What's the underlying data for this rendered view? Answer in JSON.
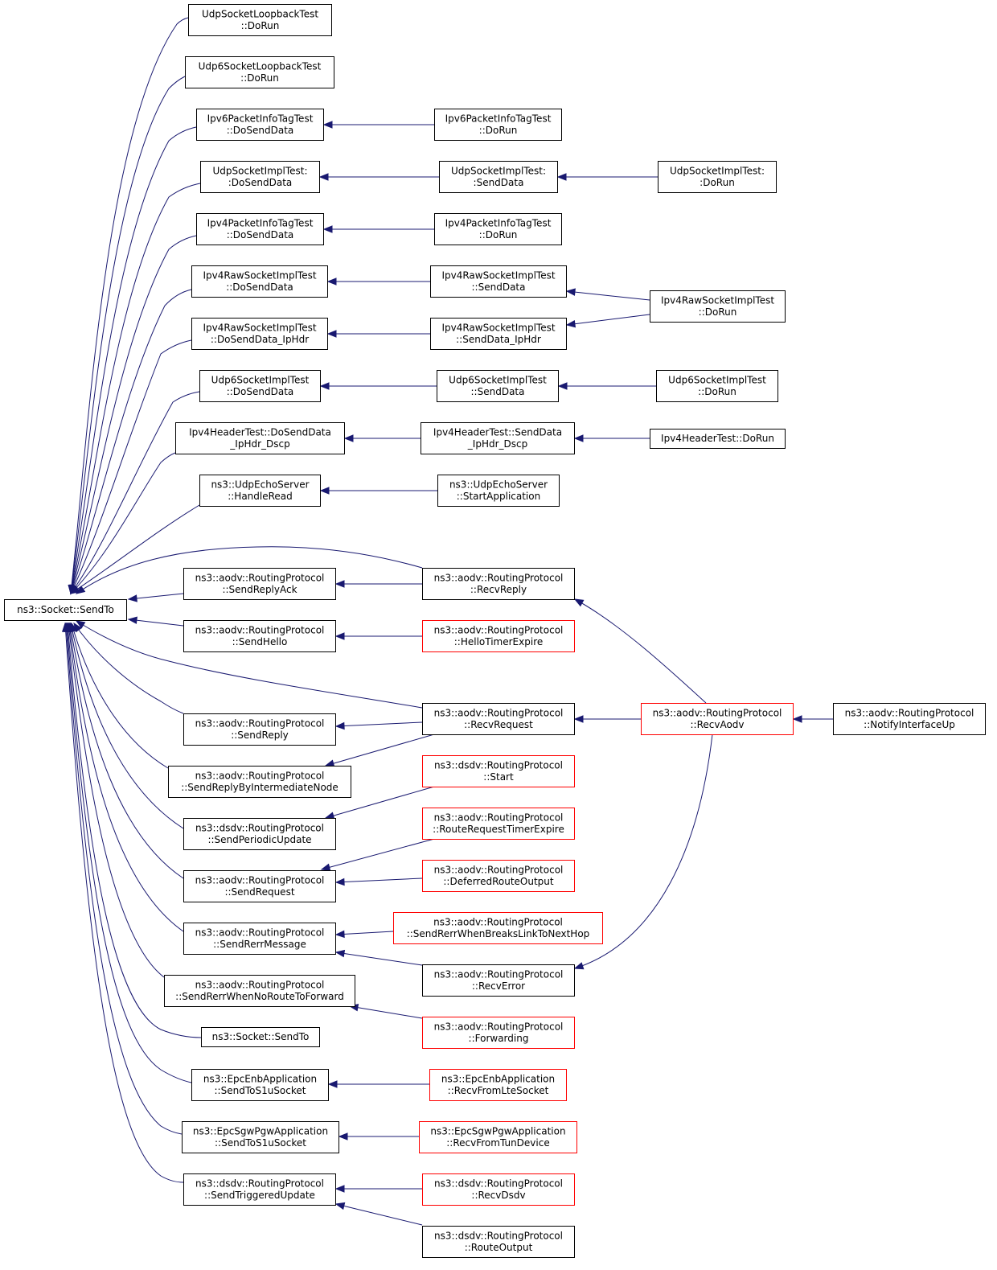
{
  "graph": {
    "type": "call-graph",
    "colors": {
      "edge": "#191970",
      "node_border": "#000000",
      "node_border_truncated": "#ff0000",
      "focus_fill": "#bfbfbf",
      "node_fill": "#ffffff"
    },
    "nodes": [
      {
        "id": "focus",
        "lines": [
          "ns3::Socket::SendTo"
        ],
        "style": "focus"
      },
      {
        "id": "udpLoopTest",
        "lines": [
          "UdpSocketLoopbackTest",
          "::DoRun"
        ],
        "style": "normal"
      },
      {
        "id": "udp6LoopTest",
        "lines": [
          "Udp6SocketLoopbackTest",
          "::DoRun"
        ],
        "style": "normal"
      },
      {
        "id": "ipv6PitSend",
        "lines": [
          "Ipv6PacketInfoTagTest",
          "::DoSendData"
        ],
        "style": "normal"
      },
      {
        "id": "ipv6PitRun",
        "lines": [
          "Ipv6PacketInfoTagTest",
          "::DoRun"
        ],
        "style": "normal"
      },
      {
        "id": "udpImplDoSend",
        "lines": [
          "UdpSocketImplTest:",
          ":DoSendData"
        ],
        "style": "normal"
      },
      {
        "id": "udpImplSend",
        "lines": [
          "UdpSocketImplTest:",
          ":SendData"
        ],
        "style": "normal"
      },
      {
        "id": "udpImplRun",
        "lines": [
          "UdpSocketImplTest:",
          ":DoRun"
        ],
        "style": "normal"
      },
      {
        "id": "ipv4PitSend",
        "lines": [
          "Ipv4PacketInfoTagTest",
          "::DoSendData"
        ],
        "style": "normal"
      },
      {
        "id": "ipv4PitRun",
        "lines": [
          "Ipv4PacketInfoTagTest",
          "::DoRun"
        ],
        "style": "normal"
      },
      {
        "id": "rawDoSend",
        "lines": [
          "Ipv4RawSocketImplTest",
          "::DoSendData"
        ],
        "style": "normal"
      },
      {
        "id": "rawSend",
        "lines": [
          "Ipv4RawSocketImplTest",
          "::SendData"
        ],
        "style": "normal"
      },
      {
        "id": "rawRun",
        "lines": [
          "Ipv4RawSocketImplTest",
          "::DoRun"
        ],
        "style": "normal"
      },
      {
        "id": "rawDoSendIp",
        "lines": [
          "Ipv4RawSocketImplTest",
          "::DoSendData_IpHdr"
        ],
        "style": "normal"
      },
      {
        "id": "rawSendIp",
        "lines": [
          "Ipv4RawSocketImplTest",
          "::SendData_IpHdr"
        ],
        "style": "normal"
      },
      {
        "id": "udp6DoSend",
        "lines": [
          "Udp6SocketImplTest",
          "::DoSendData"
        ],
        "style": "normal"
      },
      {
        "id": "udp6Send",
        "lines": [
          "Udp6SocketImplTest",
          "::SendData"
        ],
        "style": "normal"
      },
      {
        "id": "udp6Run",
        "lines": [
          "Udp6SocketImplTest",
          "::DoRun"
        ],
        "style": "normal"
      },
      {
        "id": "hdrDoSend",
        "lines": [
          "Ipv4HeaderTest::DoSendData",
          "_IpHdr_Dscp"
        ],
        "style": "normal"
      },
      {
        "id": "hdrSend",
        "lines": [
          "Ipv4HeaderTest::SendData",
          "_IpHdr_Dscp"
        ],
        "style": "normal"
      },
      {
        "id": "hdrRun",
        "lines": [
          "Ipv4HeaderTest::DoRun"
        ],
        "style": "normal"
      },
      {
        "id": "echoRead",
        "lines": [
          "ns3::UdpEchoServer",
          "::HandleRead"
        ],
        "style": "normal"
      },
      {
        "id": "echoStart",
        "lines": [
          "ns3::UdpEchoServer",
          "::StartApplication"
        ],
        "style": "normal"
      },
      {
        "id": "sendReplyAck",
        "lines": [
          "ns3::aodv::RoutingProtocol",
          "::SendReplyAck"
        ],
        "style": "normal"
      },
      {
        "id": "recvReply",
        "lines": [
          "ns3::aodv::RoutingProtocol",
          "::RecvReply"
        ],
        "style": "normal"
      },
      {
        "id": "sendHello",
        "lines": [
          "ns3::aodv::RoutingProtocol",
          "::SendHello"
        ],
        "style": "normal"
      },
      {
        "id": "helloTimer",
        "lines": [
          "ns3::aodv::RoutingProtocol",
          "::HelloTimerExpire"
        ],
        "style": "truncated"
      },
      {
        "id": "sendReply",
        "lines": [
          "ns3::aodv::RoutingProtocol",
          "::SendReply"
        ],
        "style": "normal"
      },
      {
        "id": "recvRequest",
        "lines": [
          "ns3::aodv::RoutingProtocol",
          "::RecvRequest"
        ],
        "style": "normal"
      },
      {
        "id": "recvAodv",
        "lines": [
          "ns3::aodv::RoutingProtocol",
          "::RecvAodv"
        ],
        "style": "truncated"
      },
      {
        "id": "notifyUp",
        "lines": [
          "ns3::aodv::RoutingProtocol",
          "::NotifyInterfaceUp"
        ],
        "style": "normal"
      },
      {
        "id": "sendReplyInter",
        "lines": [
          "ns3::aodv::RoutingProtocol",
          "::SendReplyByIntermediateNode"
        ],
        "style": "normal"
      },
      {
        "id": "dsdvStart",
        "lines": [
          "ns3::dsdv::RoutingProtocol",
          "::Start"
        ],
        "style": "truncated"
      },
      {
        "id": "dsdvPeriodic",
        "lines": [
          "ns3::dsdv::RoutingProtocol",
          "::SendPeriodicUpdate"
        ],
        "style": "normal"
      },
      {
        "id": "rreqTimer",
        "lines": [
          "ns3::aodv::RoutingProtocol",
          "::RouteRequestTimerExpire"
        ],
        "style": "truncated"
      },
      {
        "id": "sendRequest",
        "lines": [
          "ns3::aodv::RoutingProtocol",
          "::SendRequest"
        ],
        "style": "normal"
      },
      {
        "id": "deferred",
        "lines": [
          "ns3::aodv::RoutingProtocol",
          "::DeferredRouteOutput"
        ],
        "style": "truncated"
      },
      {
        "id": "rerrBreaks",
        "lines": [
          "ns3::aodv::RoutingProtocol",
          "::SendRerrWhenBreaksLinkToNextHop"
        ],
        "style": "truncated"
      },
      {
        "id": "sendRerrMsg",
        "lines": [
          "ns3::aodv::RoutingProtocol",
          "::SendRerrMessage"
        ],
        "style": "normal"
      },
      {
        "id": "recvError",
        "lines": [
          "ns3::aodv::RoutingProtocol",
          "::RecvError"
        ],
        "style": "normal"
      },
      {
        "id": "rerrNoRoute",
        "lines": [
          "ns3::aodv::RoutingProtocol",
          "::SendRerrWhenNoRouteToForward"
        ],
        "style": "normal"
      },
      {
        "id": "forwarding",
        "lines": [
          "ns3::aodv::RoutingProtocol",
          "::Forwarding"
        ],
        "style": "truncated"
      },
      {
        "id": "socketSendTo2",
        "lines": [
          "ns3::Socket::SendTo"
        ],
        "style": "normal"
      },
      {
        "id": "enbSend",
        "lines": [
          "ns3::EpcEnbApplication",
          "::SendToS1uSocket"
        ],
        "style": "normal"
      },
      {
        "id": "enbRecv",
        "lines": [
          "ns3::EpcEnbApplication",
          "::RecvFromLteSocket"
        ],
        "style": "truncated"
      },
      {
        "id": "sgwSend",
        "lines": [
          "ns3::EpcSgwPgwApplication",
          "::SendToS1uSocket"
        ],
        "style": "normal"
      },
      {
        "id": "sgwRecv",
        "lines": [
          "ns3::EpcSgwPgwApplication",
          "::RecvFromTunDevice"
        ],
        "style": "truncated"
      },
      {
        "id": "dsdvTrig",
        "lines": [
          "ns3::dsdv::RoutingProtocol",
          "::SendTriggeredUpdate"
        ],
        "style": "normal"
      },
      {
        "id": "dsdvRecv",
        "lines": [
          "ns3::dsdv::RoutingProtocol",
          "::RecvDsdv"
        ],
        "style": "truncated"
      },
      {
        "id": "dsdvRoute",
        "lines": [
          "ns3::dsdv::RoutingProtocol",
          "::RouteOutput"
        ],
        "style": "normal"
      }
    ],
    "edges": [
      [
        "udpLoopTest",
        "focus"
      ],
      [
        "udp6LoopTest",
        "focus"
      ],
      [
        "ipv6PitSend",
        "focus"
      ],
      [
        "udpImplDoSend",
        "focus"
      ],
      [
        "ipv4PitSend",
        "focus"
      ],
      [
        "rawDoSend",
        "focus"
      ],
      [
        "rawDoSendIp",
        "focus"
      ],
      [
        "udp6DoSend",
        "focus"
      ],
      [
        "hdrDoSend",
        "focus"
      ],
      [
        "echoRead",
        "focus"
      ],
      [
        "recvReply",
        "focus"
      ],
      [
        "sendReplyAck",
        "focus"
      ],
      [
        "sendHello",
        "focus"
      ],
      [
        "recvRequest",
        "focus"
      ],
      [
        "sendReply",
        "focus"
      ],
      [
        "sendReplyInter",
        "focus"
      ],
      [
        "dsdvPeriodic",
        "focus"
      ],
      [
        "sendRequest",
        "focus"
      ],
      [
        "sendRerrMsg",
        "focus"
      ],
      [
        "rerrNoRoute",
        "focus"
      ],
      [
        "socketSendTo2",
        "focus"
      ],
      [
        "enbSend",
        "focus"
      ],
      [
        "sgwSend",
        "focus"
      ],
      [
        "dsdvTrig",
        "focus"
      ],
      [
        "ipv6PitRun",
        "ipv6PitSend"
      ],
      [
        "udpImplSend",
        "udpImplDoSend"
      ],
      [
        "udpImplRun",
        "udpImplSend"
      ],
      [
        "ipv4PitRun",
        "ipv4PitSend"
      ],
      [
        "rawSend",
        "rawDoSend"
      ],
      [
        "rawRun",
        "rawSend"
      ],
      [
        "rawSendIp",
        "rawDoSendIp"
      ],
      [
        "rawRun",
        "rawSendIp"
      ],
      [
        "udp6Send",
        "udp6DoSend"
      ],
      [
        "udp6Run",
        "udp6Send"
      ],
      [
        "hdrSend",
        "hdrDoSend"
      ],
      [
        "hdrRun",
        "hdrSend"
      ],
      [
        "echoStart",
        "echoRead"
      ],
      [
        "recvReply",
        "sendReplyAck"
      ],
      [
        "recvAodv",
        "recvReply"
      ],
      [
        "helloTimer",
        "sendHello"
      ],
      [
        "recvRequest",
        "sendReply"
      ],
      [
        "recvAodv",
        "recvRequest"
      ],
      [
        "notifyUp",
        "recvAodv"
      ],
      [
        "recvRequest",
        "sendReplyInter"
      ],
      [
        "dsdvStart",
        "dsdvPeriodic"
      ],
      [
        "rreqTimer",
        "sendRequest"
      ],
      [
        "deferred",
        "sendRequest"
      ],
      [
        "rerrBreaks",
        "sendRerrMsg"
      ],
      [
        "recvError",
        "sendRerrMsg"
      ],
      [
        "recvAodv",
        "recvError"
      ],
      [
        "forwarding",
        "rerrNoRoute"
      ],
      [
        "enbRecv",
        "enbSend"
      ],
      [
        "sgwRecv",
        "sgwSend"
      ],
      [
        "dsdvRecv",
        "dsdvTrig"
      ],
      [
        "dsdvRoute",
        "dsdvTrig"
      ]
    ]
  }
}
